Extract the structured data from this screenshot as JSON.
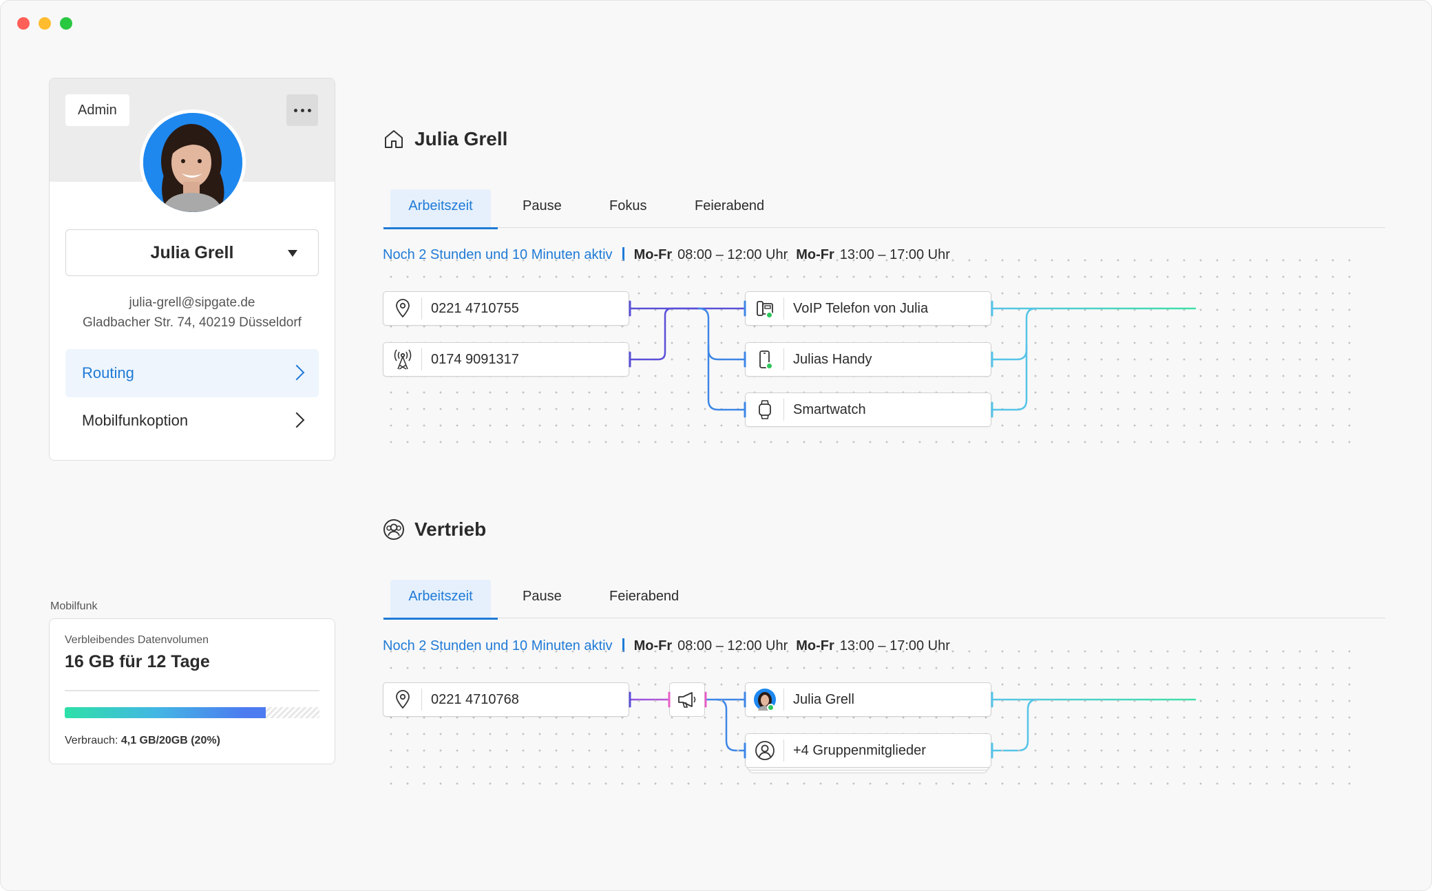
{
  "profile": {
    "badge": "Admin",
    "name": "Julia Grell",
    "email": "julia-grell@sipgate.de",
    "address": "Gladbacher Str. 74, 40219 Düsseldorf",
    "menu": [
      {
        "label": "Routing",
        "active": true
      },
      {
        "label": "Mobilfunkoption",
        "active": false
      }
    ]
  },
  "mobilfunk": {
    "section_label": "Mobilfunk",
    "remaining_label": "Verbleibendes Datenvolumen",
    "remaining_value": "16 GB für 12 Tage",
    "usage_prefix": "Verbrauch:",
    "usage_value": "4,1 GB/20GB (20%)",
    "fill_fraction": 0.79
  },
  "sections": [
    {
      "title": "Julia Grell",
      "icon": "home-icon",
      "tabs": [
        "Arbeitszeit",
        "Pause",
        "Fokus",
        "Feierabend"
      ],
      "active_tab": 0,
      "status": {
        "active": "Noch 2 Stunden und 10 Minuten aktiv",
        "day1": "Mo-Fr",
        "time1": "08:00 – 12:00 Uhr",
        "day2": "Mo-Fr",
        "time2": "13:00 – 17:00 Uhr"
      },
      "sources": [
        {
          "icon": "location-pin-icon",
          "label": "0221 4710755"
        },
        {
          "icon": "antenna-icon",
          "label": "0174 9091317"
        }
      ],
      "targets": [
        {
          "icon": "voip-phone-icon",
          "label": "VoIP Telefon von Julia",
          "online": true
        },
        {
          "icon": "mobile-phone-icon",
          "label": "Julias Handy",
          "online": true
        },
        {
          "icon": "smartwatch-icon",
          "label": "Smartwatch",
          "online": false
        }
      ]
    },
    {
      "title": "Vertrieb",
      "icon": "group-icon",
      "tabs": [
        "Arbeitszeit",
        "Pause",
        "Feierabend"
      ],
      "active_tab": 0,
      "status": {
        "active": "Noch 2 Stunden und 10 Minuten aktiv",
        "day1": "Mo-Fr",
        "time1": "08:00 – 12:00 Uhr",
        "day2": "Mo-Fr",
        "time2": "13:00 – 17:00 Uhr"
      },
      "sources": [
        {
          "icon": "location-pin-icon",
          "label": "0221 4710768"
        }
      ],
      "announcement_icon": "megaphone-icon",
      "targets": [
        {
          "icon": "avatar-icon",
          "label": "Julia Grell",
          "online": true
        },
        {
          "icon": "user-icon",
          "label": "+4 Gruppenmitglieder",
          "online": false
        }
      ]
    }
  ],
  "colors": {
    "accent": "#1f7ad6",
    "active_tab_bg": "#e5f0fc",
    "online": "#2dc65b",
    "wire_purple": "#5a4fd8",
    "wire_blue": "#3d86e6",
    "wire_cyan": "#55c4e8",
    "wire_green": "#3fe0a6",
    "wire_pink": "#e95fc7"
  }
}
